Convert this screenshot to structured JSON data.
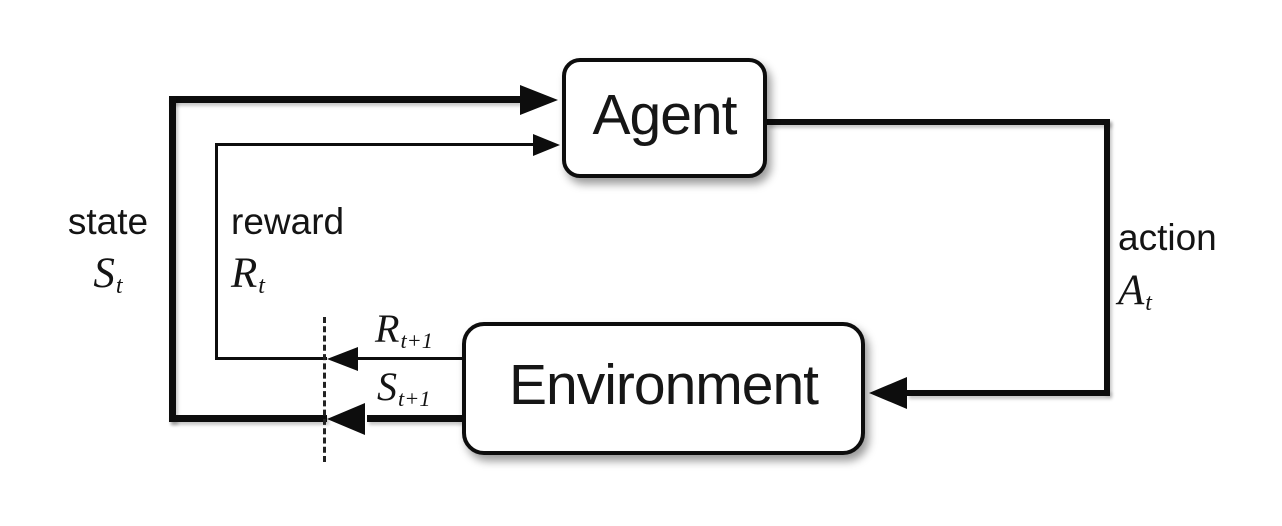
{
  "diagram": {
    "agent": {
      "label": "Agent"
    },
    "environment": {
      "label": "Environment"
    },
    "labels": {
      "state": {
        "word": "state",
        "sym": "S",
        "sub": "t"
      },
      "reward": {
        "word": "reward",
        "sym": "R",
        "sub": "t"
      },
      "action": {
        "word": "action",
        "sym": "A",
        "sub": "t"
      },
      "next_reward": {
        "sym": "R",
        "sub": "t+1"
      },
      "next_state": {
        "sym": "S",
        "sub": "t+1"
      }
    },
    "colors": {
      "line": "#0d0d0d",
      "background": "#ffffff",
      "text": "#141414"
    }
  }
}
